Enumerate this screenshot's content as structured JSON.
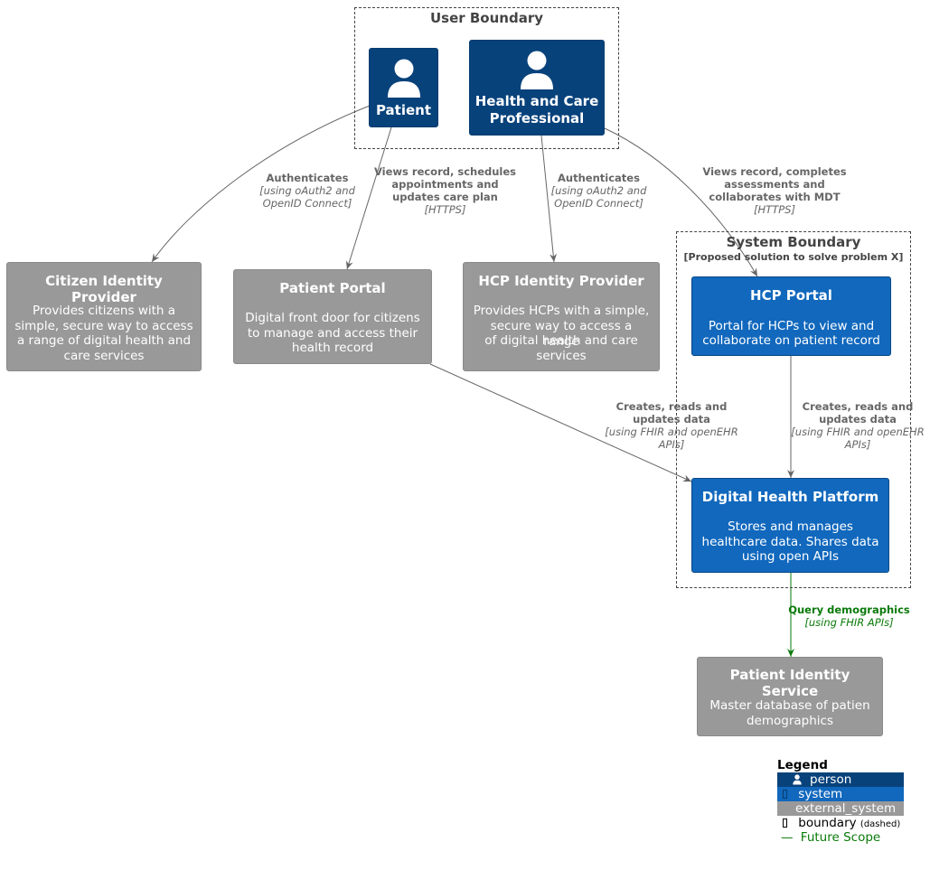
{
  "colors": {
    "person": "#08427b",
    "system": "#1168bd",
    "external_system": "#999999",
    "relation": "#666666",
    "future_scope": "#0a7a0a"
  },
  "boundaries": {
    "user": {
      "title": "User Boundary"
    },
    "system": {
      "title": "System Boundary",
      "subtitle": "[Proposed solution to solve problem X]"
    }
  },
  "nodes": {
    "patient": {
      "title": "Patient",
      "icon": "person-icon"
    },
    "hcp": {
      "title_line1": "Health and Care",
      "title_line2": "Professional",
      "icon": "person-icon"
    },
    "citizen_idp": {
      "title": "Citizen Identity Provider",
      "desc": [
        "Provides citizens with a",
        "simple, secure way to access",
        "a range of digital health and",
        "care services"
      ]
    },
    "patient_portal": {
      "title": "Patient Portal",
      "desc": [
        "Digital front door for citizens",
        "to manage and access their",
        "health record"
      ]
    },
    "hcp_idp": {
      "title": "HCP Identity Provider",
      "desc": [
        "Provides HCPs with a simple,",
        "secure way to access a range",
        "of digital health and care",
        "services"
      ]
    },
    "hcp_portal": {
      "title": "HCP Portal",
      "desc": [
        "Portal for HCPs to view and",
        "collaborate on patient record"
      ]
    },
    "dhp": {
      "title": "Digital Health Platform",
      "desc": [
        "Stores and manages",
        "healthcare data.  Shares data",
        "using open APIs"
      ]
    },
    "pis": {
      "title": "Patient Identity Service",
      "desc": [
        "Master database of patien",
        "demographics"
      ]
    }
  },
  "relations": {
    "patient_citizen": {
      "label": [
        "Authenticates"
      ],
      "tech": [
        "[using oAuth2 and",
        "OpenID Connect]"
      ]
    },
    "patient_portal": {
      "label": [
        "Views record, schedules",
        "appointments and",
        "updates care plan"
      ],
      "tech": [
        "[HTTPS]"
      ]
    },
    "hcp_idp": {
      "label": [
        "Authenticates"
      ],
      "tech": [
        "[using oAuth2 and",
        "OpenID Connect]"
      ]
    },
    "hcp_portal": {
      "label": [
        "Views record, completes",
        "assessments and",
        "collaborates with MDT"
      ],
      "tech": [
        "[HTTPS]"
      ]
    },
    "portal_dhp": {
      "label": [
        "Creates, reads and",
        "updates data"
      ],
      "tech": [
        "[using FHIR and openEHR",
        "APIs]"
      ]
    },
    "hcpportal_dhp": {
      "label": [
        "Creates, reads and",
        "updates data"
      ],
      "tech": [
        "[using FHIR and openEHR",
        "APIs]"
      ]
    },
    "dhp_pis": {
      "label": [
        "Query demographics"
      ],
      "tech": [
        "[using FHIR APIs]"
      ]
    }
  },
  "legend": {
    "title": "Legend",
    "person": "person",
    "system": "system",
    "external_system": "external_system",
    "boundary": "boundary",
    "boundary_note": "(dashed)",
    "future_scope": "Future Scope",
    "future_glyph": "—"
  }
}
